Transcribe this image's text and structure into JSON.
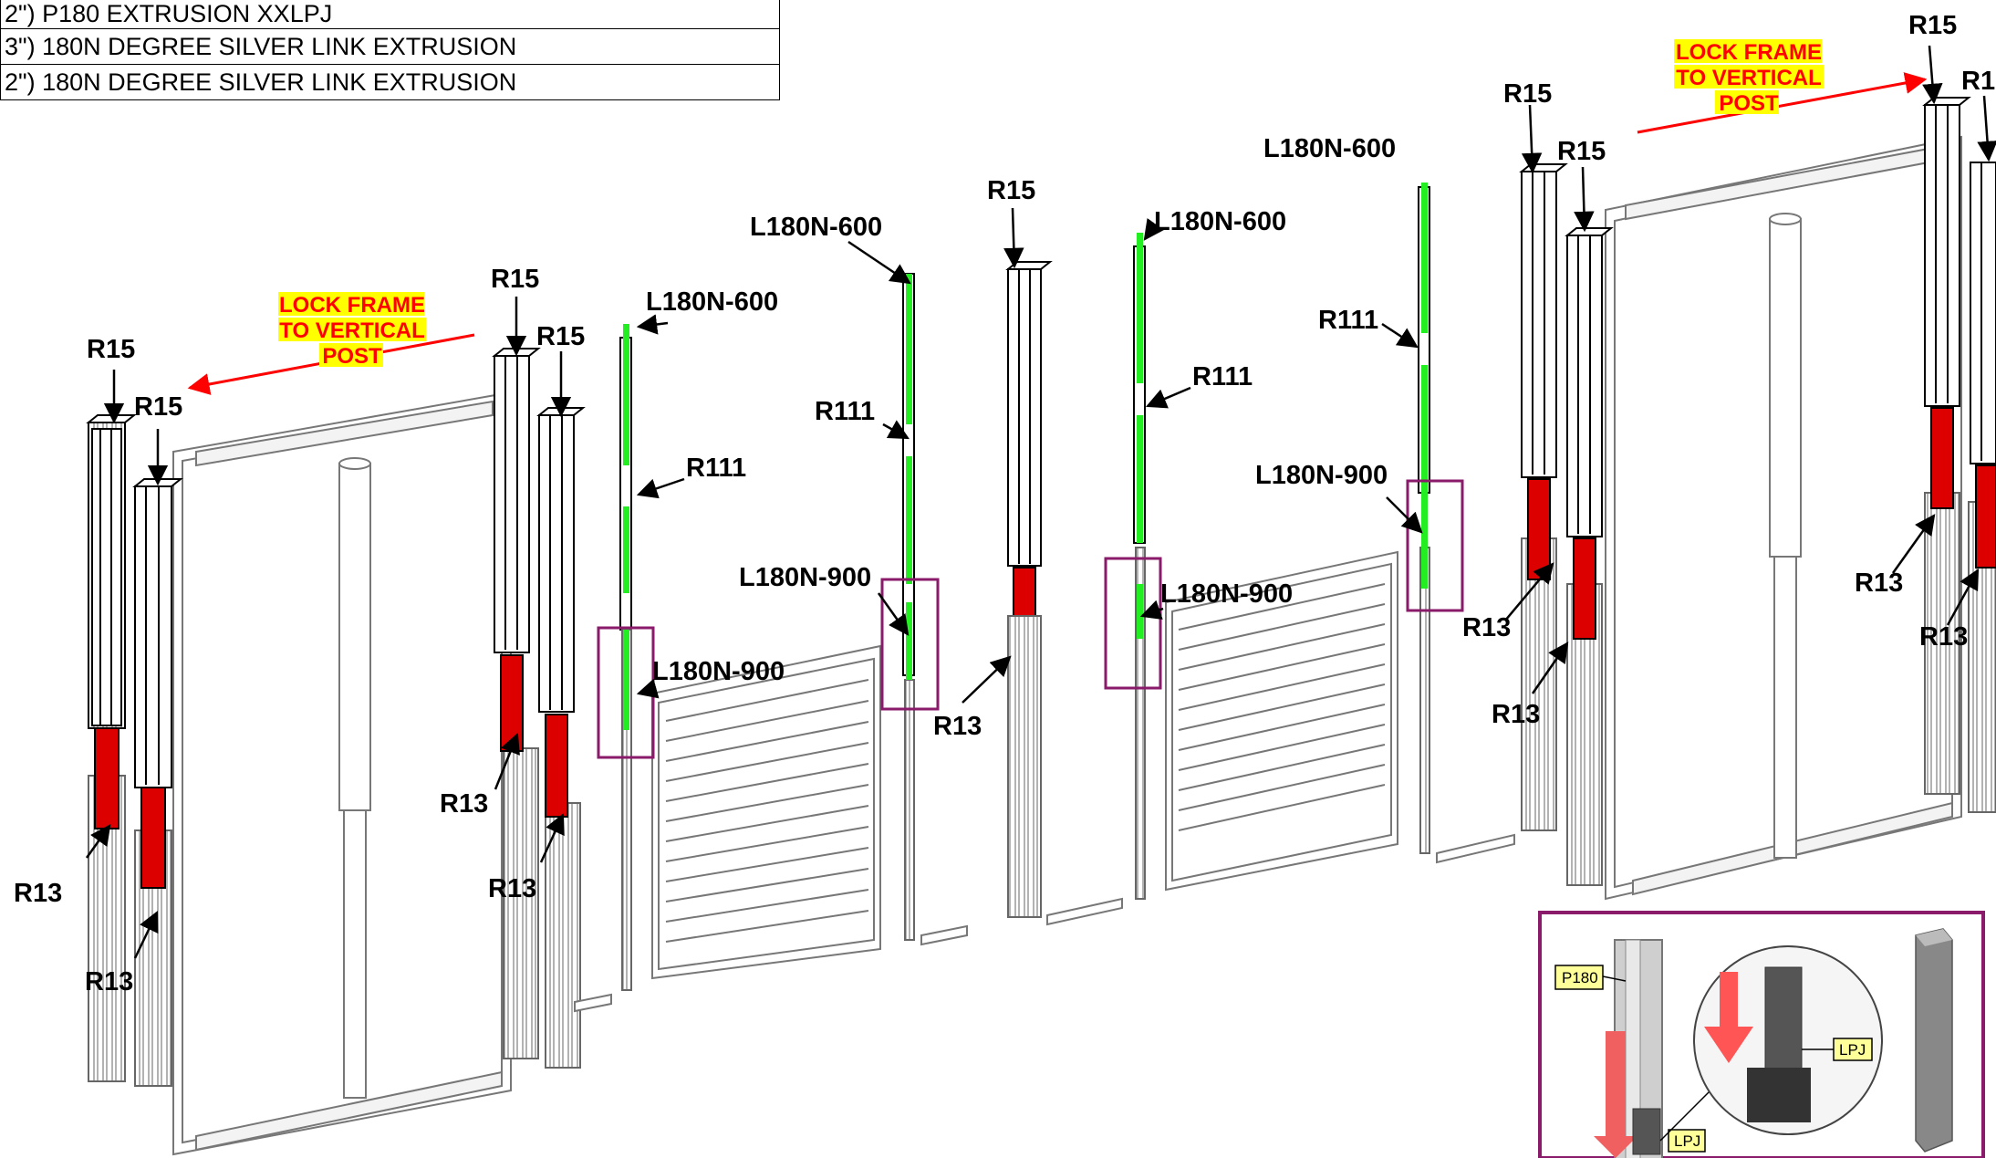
{
  "bom": {
    "rows": [
      "2\") P180 EXTRUSION XXLPJ",
      "3\") 180N DEGREE SILVER LINK EXTRUSION",
      "2\") 180N DEGREE SILVER LINK EXTRUSION"
    ]
  },
  "labels": {
    "r15": "R15",
    "r1": "R1",
    "r13": "R13",
    "r111": "R111",
    "l600": "L180N-600",
    "l900": "L180N-900",
    "lock_line1": "LOCK FRAME",
    "lock_line2": "TO VERTICAL",
    "lock_line3": "POST"
  },
  "inset": {
    "p180": "P180",
    "lpj": "LPJ"
  },
  "colors": {
    "green": "#22ee22",
    "red": "#dd0000",
    "purple": "#8a1a6a",
    "highlight": "#ffff00",
    "note_text": "#ff0000"
  }
}
